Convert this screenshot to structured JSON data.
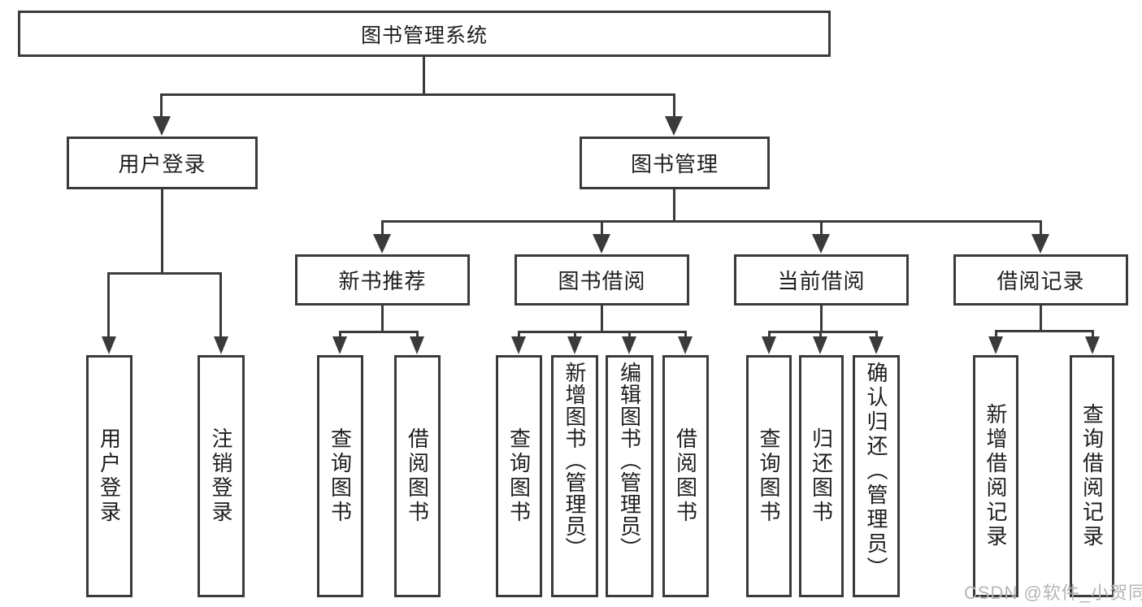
{
  "diagram": {
    "root": {
      "label": "图书管理系统"
    },
    "branches": [
      {
        "label": "用户登录",
        "children": [
          {
            "label": "用户登录"
          },
          {
            "label": "注销登录"
          }
        ]
      },
      {
        "label": "图书管理",
        "sections": [
          {
            "label": "新书推荐",
            "children": [
              {
                "label": "查询图书"
              },
              {
                "label": "借阅图书"
              }
            ]
          },
          {
            "label": "图书借阅",
            "children": [
              {
                "label": "查询图书"
              },
              {
                "label": "新增图书（管理员）"
              },
              {
                "label": "编辑图书（管理员）"
              },
              {
                "label": "借阅图书"
              }
            ]
          },
          {
            "label": "当前借阅",
            "children": [
              {
                "label": "查询图书"
              },
              {
                "label": "归还图书"
              },
              {
                "label": "确认归还（管理员）"
              }
            ]
          },
          {
            "label": "借阅记录",
            "children": [
              {
                "label": "新增借阅记录"
              },
              {
                "label": "查询借阅记录"
              }
            ]
          }
        ]
      }
    ],
    "watermark": "CSDN @软件_小贺同学",
    "colors": {
      "line": "#3b3b3b",
      "text": "#1e1e1e",
      "watermark": "#b5b5b5",
      "background": "#ffffff"
    }
  }
}
